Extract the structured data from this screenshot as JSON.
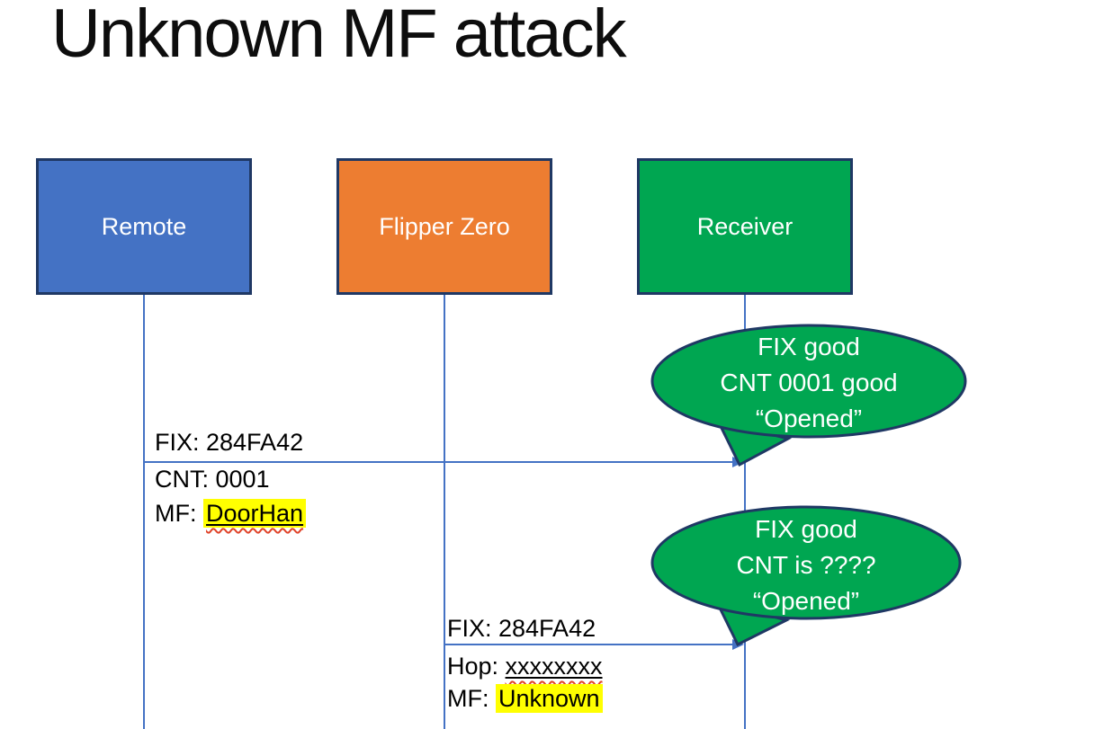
{
  "slide": {
    "title": "Unknown MF attack"
  },
  "actors": [
    {
      "name": "Remote",
      "fill": "#4472C4"
    },
    {
      "name": "Flipper Zero",
      "fill": "#ED7D31"
    },
    {
      "name": "Receiver",
      "fill": "#00A651"
    }
  ],
  "messages": [
    {
      "from": "Remote",
      "to": "Receiver",
      "above_line": "FIX: 284FA42",
      "below_line1": {
        "prefix": "CNT: ",
        "value": "0001"
      },
      "below_line2": {
        "prefix": "MF: ",
        "value": "DoorHan"
      }
    },
    {
      "from": "Flipper Zero",
      "to": "Receiver",
      "above_line": "FIX: 284FA42",
      "below_line1": {
        "prefix": "Hop: ",
        "value": "xxxxxxxx"
      },
      "below_line2": {
        "prefix": "MF: ",
        "value": "Unknown"
      }
    }
  ],
  "callouts": [
    {
      "lines": [
        "FIX good",
        "CNT 0001 good",
        "“Opened”"
      ]
    },
    {
      "lines": [
        "FIX good",
        "CNT is ????",
        "“Opened”"
      ]
    }
  ],
  "colors": {
    "actor_border_navy": "#1F3864",
    "lifeline_arrow_blue": "#4472C4",
    "callout_green": "#00A651",
    "highlight_yellow": "#FFFF00",
    "spellcheck_red": "#E0442A",
    "text_black": "#000000",
    "text_white": "#FFFFFF"
  }
}
